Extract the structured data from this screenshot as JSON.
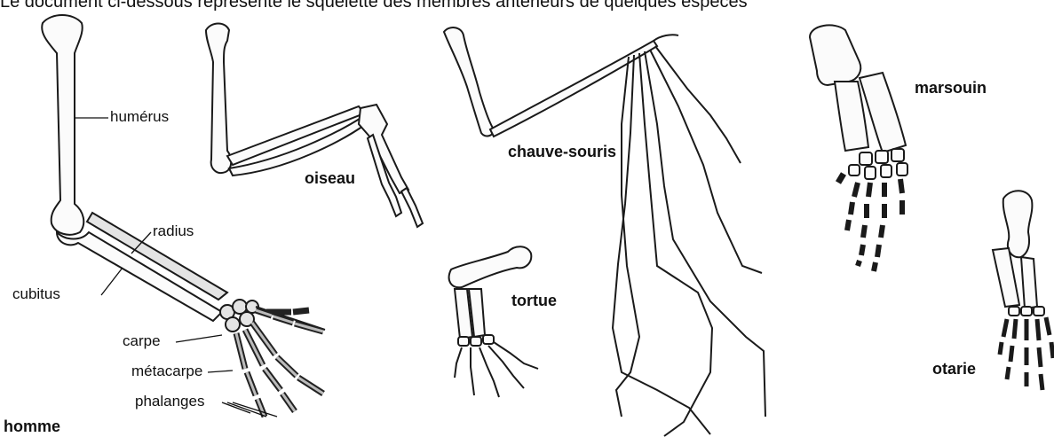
{
  "header": {
    "text": "Le document ci-dessous représente le squelette des membres antérieurs de quelques espèces"
  },
  "labels": {
    "humerus": "humérus",
    "radius": "radius",
    "cubitus": "cubitus",
    "carpe": "carpe",
    "metacarpe": "métacarpe",
    "phalanges": "phalanges"
  },
  "species": {
    "homme": "homme",
    "oiseau": "oiseau",
    "chauve_souris": "chauve-souris",
    "tortue": "tortue",
    "marsouin": "marsouin",
    "otarie": "otarie"
  }
}
